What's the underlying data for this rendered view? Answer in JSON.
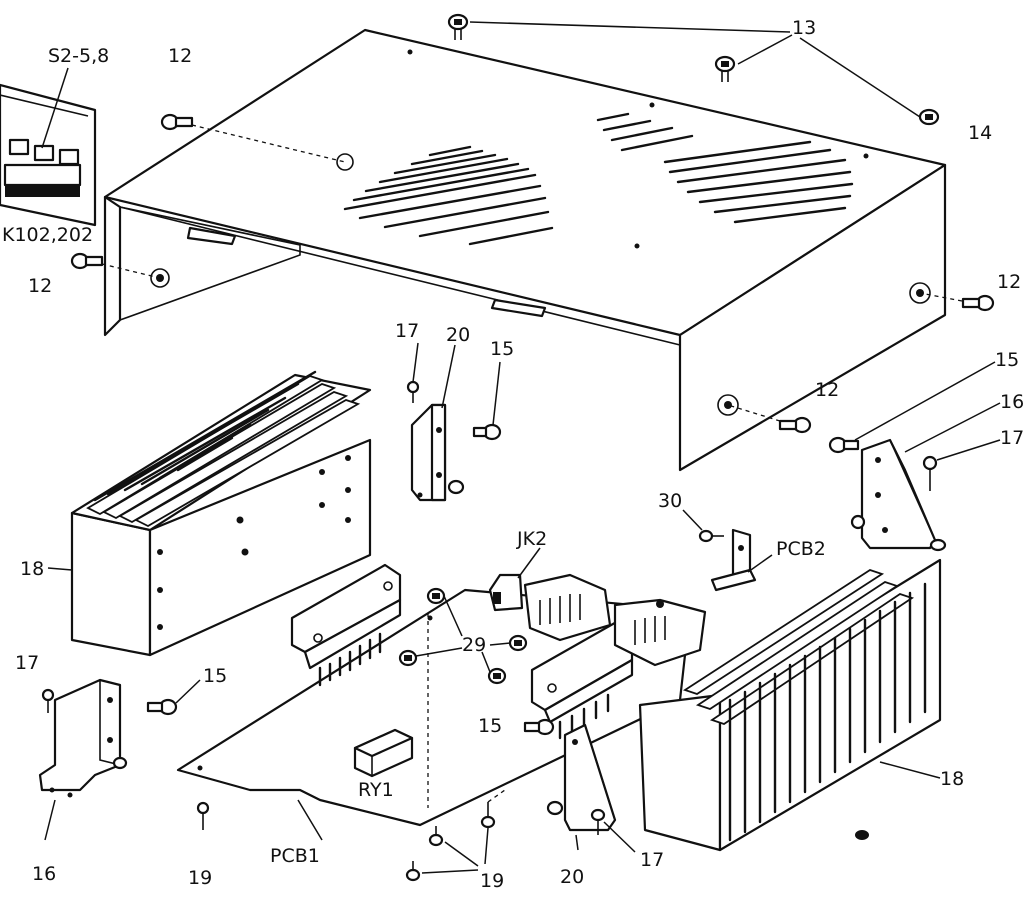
{
  "callouts": {
    "c13": "13",
    "c14": "14",
    "c12a": "12",
    "c12b": "12",
    "c12c": "12",
    "c12d": "12",
    "cS2": "S2-5,8",
    "cK102": "K102,202",
    "c17a": "17",
    "c20a": "20",
    "c15a": "15",
    "c15b": "15",
    "c16a": "16",
    "c17b": "17",
    "c18a": "18",
    "c30": "30",
    "cPCB2": "PCB2",
    "cJK2": "JK2",
    "c29": "29",
    "c17c": "17",
    "c15c": "15",
    "c16b": "16",
    "c15d": "15",
    "cRY1": "RY1",
    "c19a": "19",
    "cPCB1": "PCB1",
    "c19b": "19",
    "c20b": "20",
    "c17d": "17",
    "c18b": "18"
  }
}
